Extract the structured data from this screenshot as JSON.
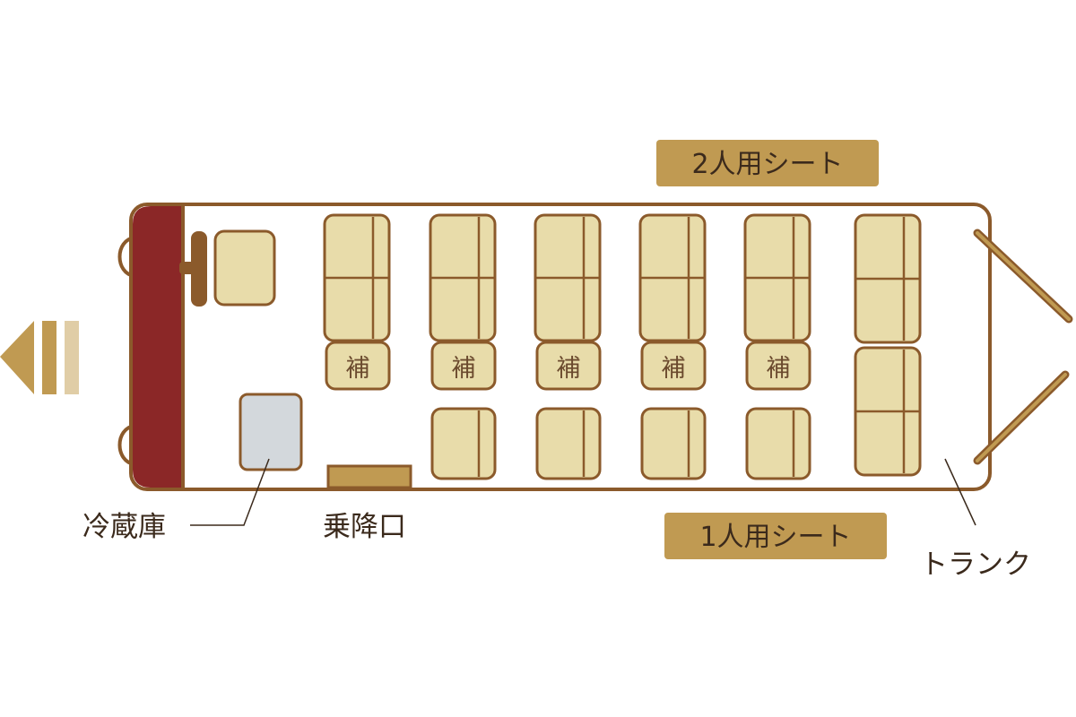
{
  "colors": {
    "outline": "#8b5a2b",
    "front": "#8b2727",
    "seat": "#e8dcaa",
    "fridge": "#d3d8dc",
    "tag_bg": "#c09a52",
    "door": "#c09a52",
    "text": "#3b2a1c",
    "arrow_dark": "#c09a52",
    "arrow_light": "#e0cda6"
  },
  "tags": {
    "double_seat": "2人用シート",
    "single_seat": "1人用シート"
  },
  "labels": {
    "fridge": "冷蔵庫",
    "door": "乗降口",
    "trunk": "トランク"
  },
  "aux_seat_label": "補",
  "icons": {
    "direction": "direction-arrow-icon",
    "steering": "steering-wheel-icon"
  }
}
